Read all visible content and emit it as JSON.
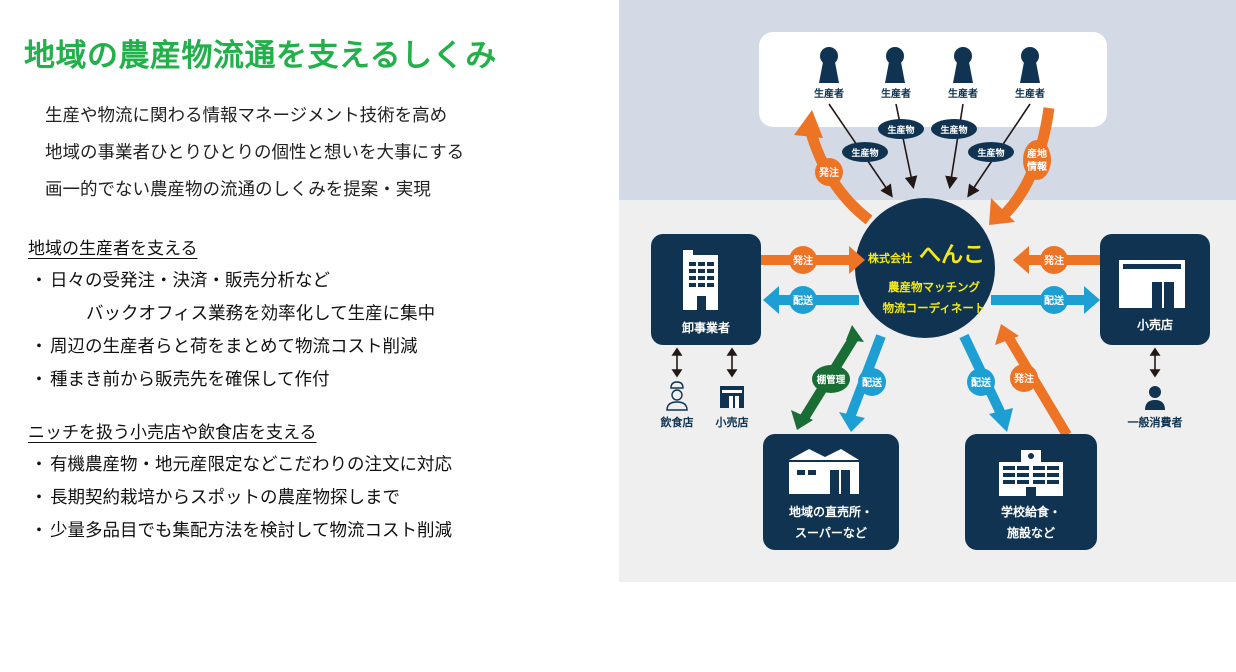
{
  "title": "地域の農産物流通を支えるしくみ",
  "intro": [
    "生産や物流に関わる情報マネージメント技術を高め",
    "地域の事業者ひとりひとりの個性と想いを大事にする",
    "画一的でない農産物の流通のしくみを提案・実現"
  ],
  "sections": [
    {
      "heading": "地域の生産者を支える",
      "bullets": [
        {
          "text": "日々の受発注・決済・販売分析など",
          "cont": "バックオフィス業務を効率化して生産に集中"
        },
        {
          "text": "周辺の生産者らと荷をまとめて物流コスト削減"
        },
        {
          "text": "種まき前から販売先を確保して作付"
        }
      ]
    },
    {
      "heading": "ニッチを扱う小売店や飲食店を支える",
      "bullets": [
        {
          "text": "有機農産物・地元産限定などこだわりの注文に対応"
        },
        {
          "text": "長期契約栽培からスポットの農産物探しまで"
        },
        {
          "text": "少量多品目でも集配方法を検討して物流コスト削減"
        }
      ]
    }
  ],
  "bullet_mark": "・",
  "diagram": {
    "colors": {
      "navy": "#0f3350",
      "orange": "#ec7424",
      "blue": "#1e9fd3",
      "green": "#1a6e35",
      "yellow": "#f5ea14",
      "top_bg": "#d3dae6",
      "bottom_bg": "#efefef"
    },
    "producers": [
      "生産者",
      "生産者",
      "生産者",
      "生産者"
    ],
    "product_labels": [
      "生産物",
      "生産物",
      "生産物",
      "生産物"
    ],
    "center": {
      "company_prefix": "株式会社",
      "company_name": "へんこ",
      "line1": "農産物マッチング",
      "line2": "物流コーディネート"
    },
    "arrow_labels": {
      "order_top": "発注",
      "origin_info": "産地情報",
      "order_left": "発注",
      "delivery_left": "配送",
      "order_right": "発注",
      "delivery_right": "配送",
      "shelf_mgmt": "棚管理",
      "delivery_bl": "配送",
      "delivery_br": "配送",
      "order_br": "発注"
    },
    "nodes": {
      "wholesaler": "卸事業者",
      "retailer": "小売店",
      "direct_store_1": "地域の直売所・",
      "direct_store_2": "スーパーなど",
      "school_1": "学校給食・",
      "school_2": "施設など",
      "restaurant": "飲食店",
      "small_retailer": "小売店",
      "consumer": "一般消費者"
    }
  }
}
